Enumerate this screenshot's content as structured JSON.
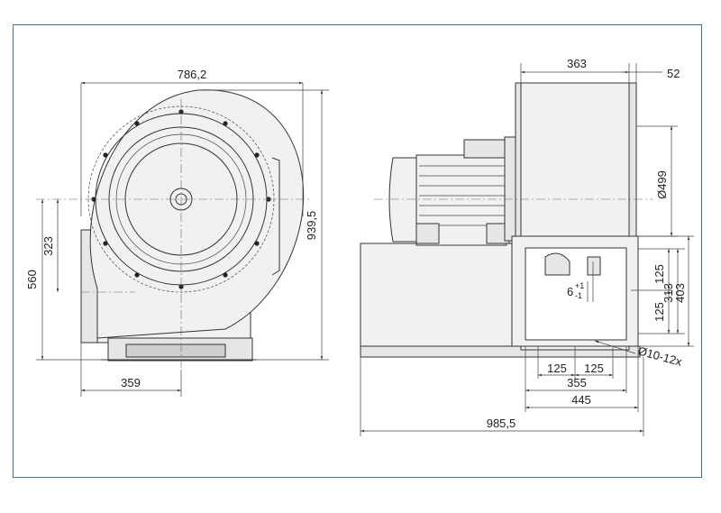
{
  "drawing": {
    "front_view": {
      "overall_width": "786,2",
      "overall_height": "939,5",
      "outlet_height": "560",
      "axis_height": "323",
      "axis_offset": "359"
    },
    "side_view": {
      "housing_depth": "363",
      "flange_offset": "52",
      "inlet_diameter": "Ø499",
      "flange_hole_spacing_v": "125",
      "flange_hole_spacing_v2": "125",
      "flange_inner": "313",
      "flange_outer": "403",
      "flange_hole_spacing_h1": "125",
      "flange_hole_spacing_h2": "125",
      "flange_width_inner": "355",
      "flange_width_outer": "445",
      "overall_length": "985,5",
      "bolt_holes": "Ø10-12x",
      "tolerance_value": "6",
      "tolerance_plus": "+1",
      "tolerance_minus": "-1"
    }
  },
  "colors": {
    "frame_border": "#3f78a8",
    "line": "#333333",
    "fill": "#f1f1f1"
  }
}
